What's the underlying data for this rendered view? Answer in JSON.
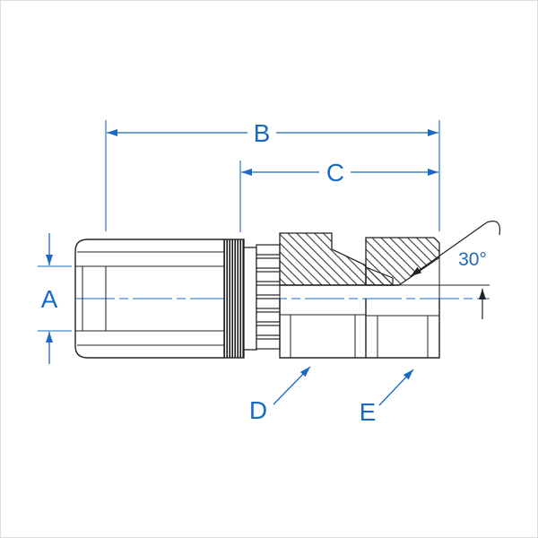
{
  "labels": {
    "dim_a": "A",
    "dim_b": "B",
    "dim_c": "C",
    "dim_d": "D",
    "dim_e": "E",
    "seat_angle": "30°"
  },
  "colors": {
    "dimension_blue": "#1a6ac4",
    "drawing_black": "#222222",
    "background": "#ffffff"
  }
}
